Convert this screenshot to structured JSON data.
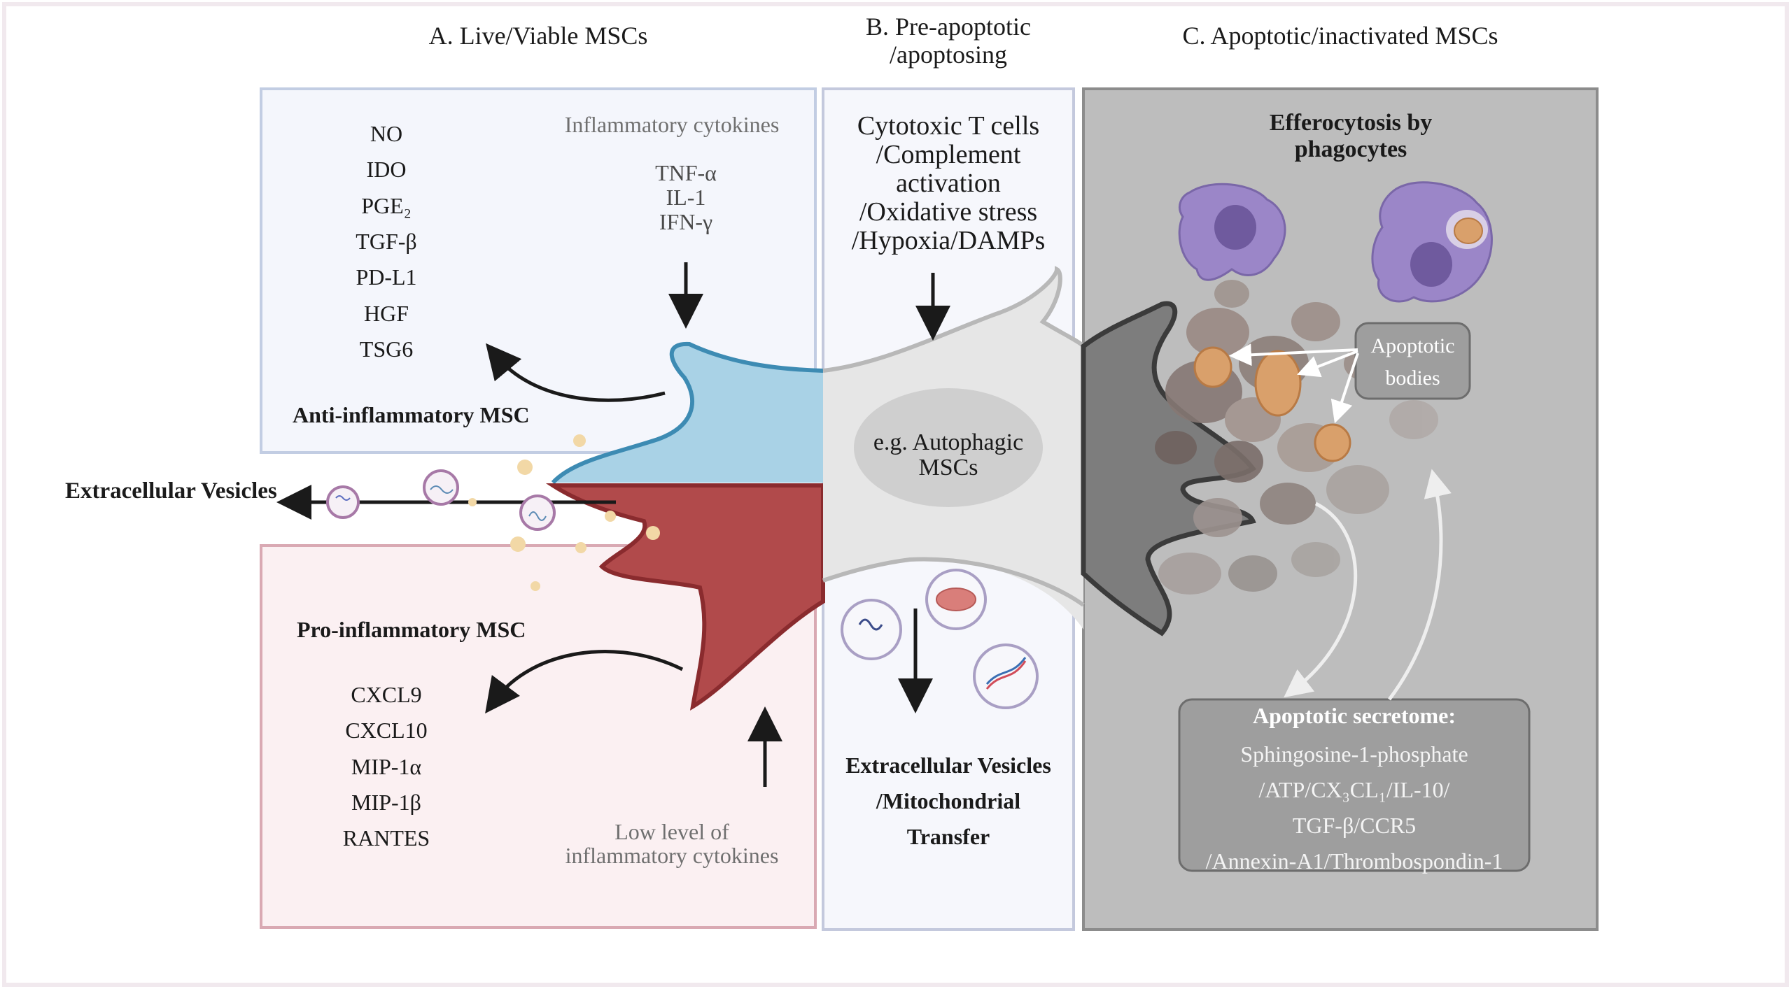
{
  "panels": {
    "a": {
      "title": "A.  Live/Viable MSCs",
      "inflammatory_cytokines_label": "Inflammatory cytokines",
      "cytokines": [
        "TNF-α",
        "IL-1",
        "IFN-γ"
      ],
      "anti_factors": [
        "NO",
        "IDO",
        "PGE₂",
        "TGF-β",
        "PD-L1",
        "HGF",
        "TSG6"
      ],
      "anti_label": "Anti-inflammatory MSC",
      "pro_label": "Pro-inflammatory MSC",
      "pro_factors": [
        "CXCL9",
        "CXCL10",
        "MIP-1α",
        "MIP-1β",
        "RANTES"
      ],
      "low_level_line1": "Low level of",
      "low_level_line2": "inflammatory cytokines",
      "ev_label": "Extracellular Vesicles"
    },
    "b": {
      "title_line1": "B. Pre-apoptotic",
      "title_line2": "/apoptosing",
      "stress_lines": [
        "Cytotoxic T cells",
        "/Complement",
        "activation",
        "/Oxidative stress",
        "/Hypoxia/DAMPs"
      ],
      "autophagic_line1": "e.g. Autophagic",
      "autophagic_line2": "MSCs",
      "ev_lines": [
        "Extracellular Vesicles",
        "/Mitochondrial",
        "Transfer"
      ]
    },
    "c": {
      "title": "C. Apoptotic/inactivated MSCs",
      "efferocytosis_line1": "Efferocytosis by",
      "efferocytosis_line2": "phagocytes",
      "bodies_line1": "Apoptotic",
      "bodies_line2": "bodies",
      "secretome_title": "Apoptotic secretome:",
      "secretome_lines": [
        "Sphingosine-1-phosphate",
        "/ATP/CX₃CL₁/IL-10/",
        "TGF-β/CCR5",
        "/Annexin-A1/Thrombospondin-1"
      ]
    }
  },
  "colors": {
    "anti_cell": "#a9d2e6",
    "anti_outline": "#3d8bb3",
    "pro_cell": "#b14a4b",
    "pro_outline": "#8a2b2e",
    "panel_a_top": "#f4f6fc",
    "panel_a_bottom": "#fbf0f2",
    "panel_c_bg": "#bdbdbd",
    "phagocyte": "#9b86c8"
  }
}
